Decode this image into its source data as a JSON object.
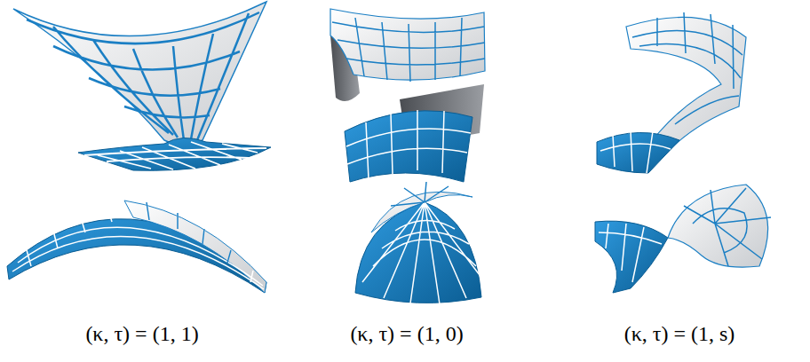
{
  "diagram": {
    "labels": [
      "(κ, τ) = (1, 1)",
      "(κ, τ) = (1, 0)",
      "(κ, τ) = (1, s)"
    ]
  }
}
